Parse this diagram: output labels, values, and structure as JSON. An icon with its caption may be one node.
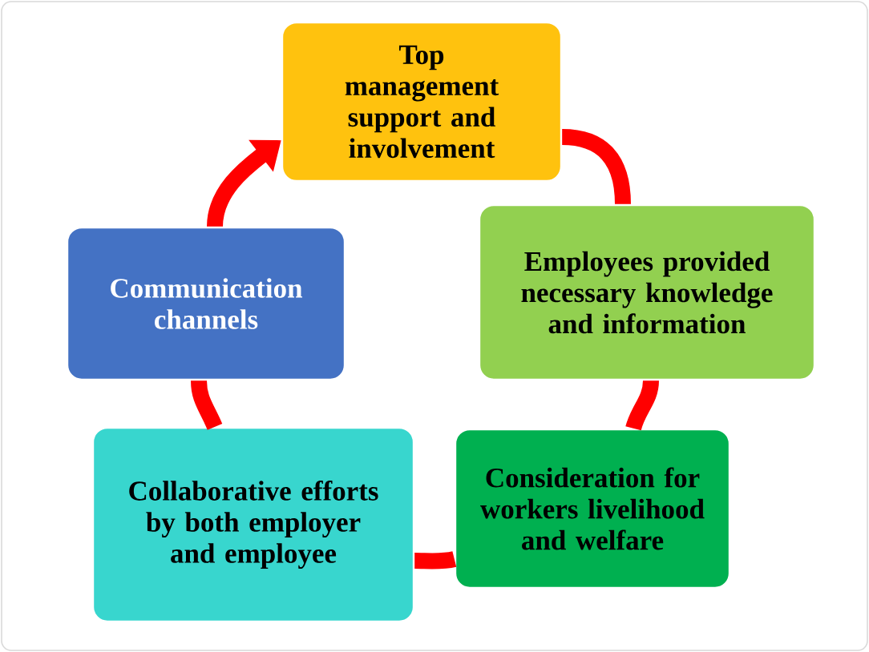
{
  "diagram": {
    "nodes": [
      {
        "text": [
          "Top management support and involvement"
        ]
      },
      {
        "text": [
          "Employees provided necessary knowledge and information"
        ]
      },
      {
        "text": [
          "Communication channels"
        ]
      },
      {
        "text": [
          "Consideration for workers livelihood and welfare"
        ]
      },
      {
        "text": [
          "Collaborative efforts by both employer and employee"
        ]
      }
    ],
    "edges": [
      {
        "from": 0,
        "to": 1,
        "arrow": "none"
      },
      {
        "from": 1,
        "to": 3,
        "arrow": "none"
      },
      {
        "from": 3,
        "to": 4,
        "arrow": "none"
      },
      {
        "from": 4,
        "to": 2,
        "arrow": "none"
      },
      {
        "from": 2,
        "to": 0,
        "arrow": "to"
      }
    ]
  }
}
